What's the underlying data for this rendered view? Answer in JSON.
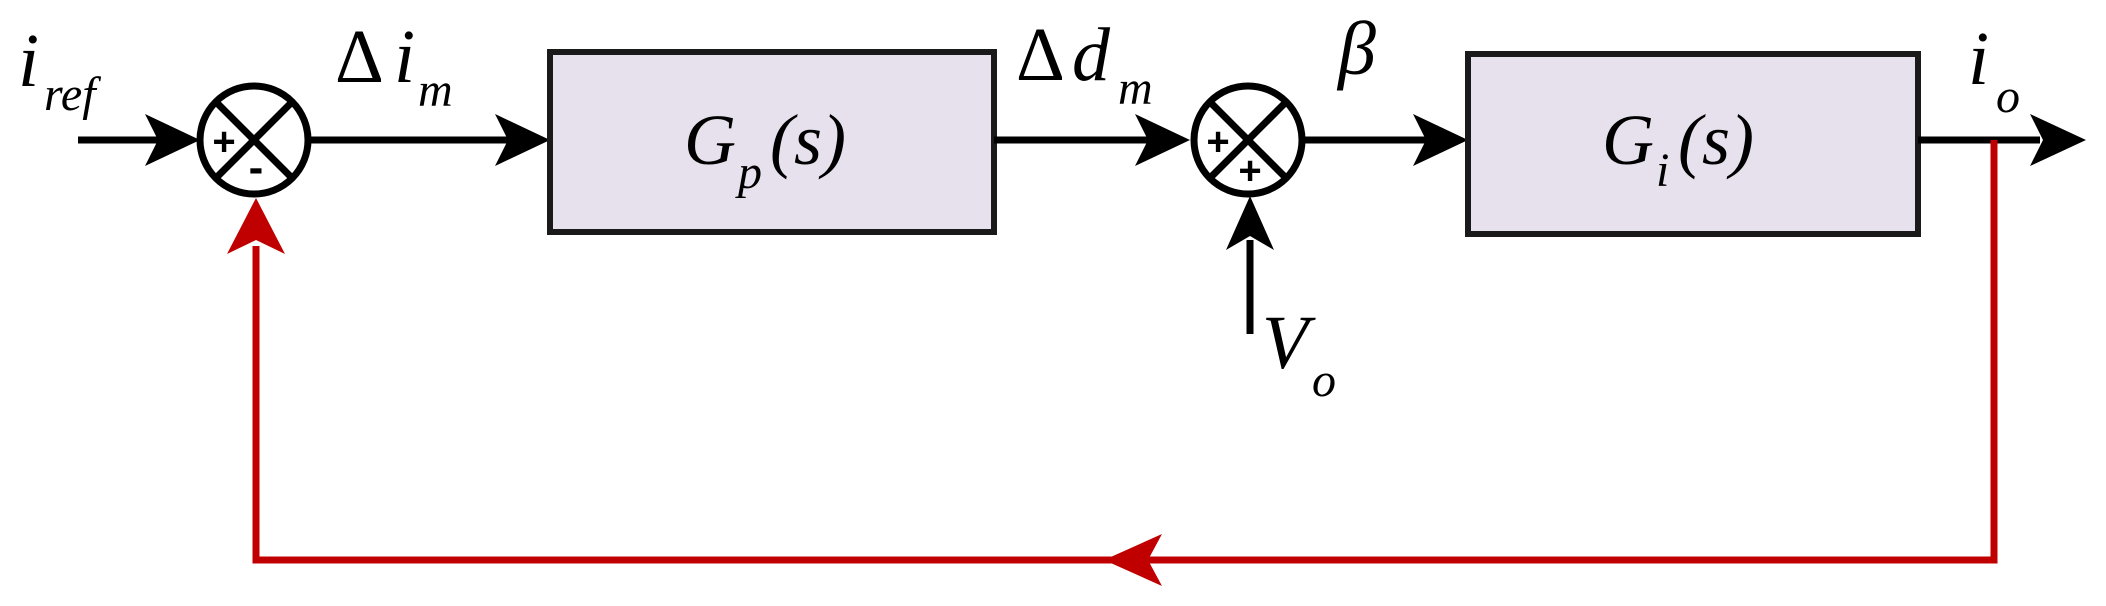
{
  "diagram": {
    "colors": {
      "signal": "#000000",
      "feedback": "#c00000",
      "block_fill": "#e6e1ec"
    },
    "signals": {
      "input": {
        "main": "i",
        "sub": "ref"
      },
      "error": {
        "prefix": "Δ",
        "main": "i",
        "sub": "m"
      },
      "duty": {
        "prefix": "Δ",
        "main": "d",
        "sub": "m"
      },
      "beta": {
        "main": "β"
      },
      "disturbance": {
        "main": "V",
        "sub": "o"
      },
      "output": {
        "main": "i",
        "sub": "o"
      }
    },
    "blocks": [
      {
        "main": "G",
        "sub": "p",
        "arg": "(s)"
      },
      {
        "main": "G",
        "sub": "i",
        "arg": "(s)"
      }
    ],
    "summers": [
      {
        "signs": {
          "left": "+",
          "bottom": "-"
        }
      },
      {
        "signs": {
          "left": "+",
          "bottom": "+"
        }
      }
    ]
  }
}
